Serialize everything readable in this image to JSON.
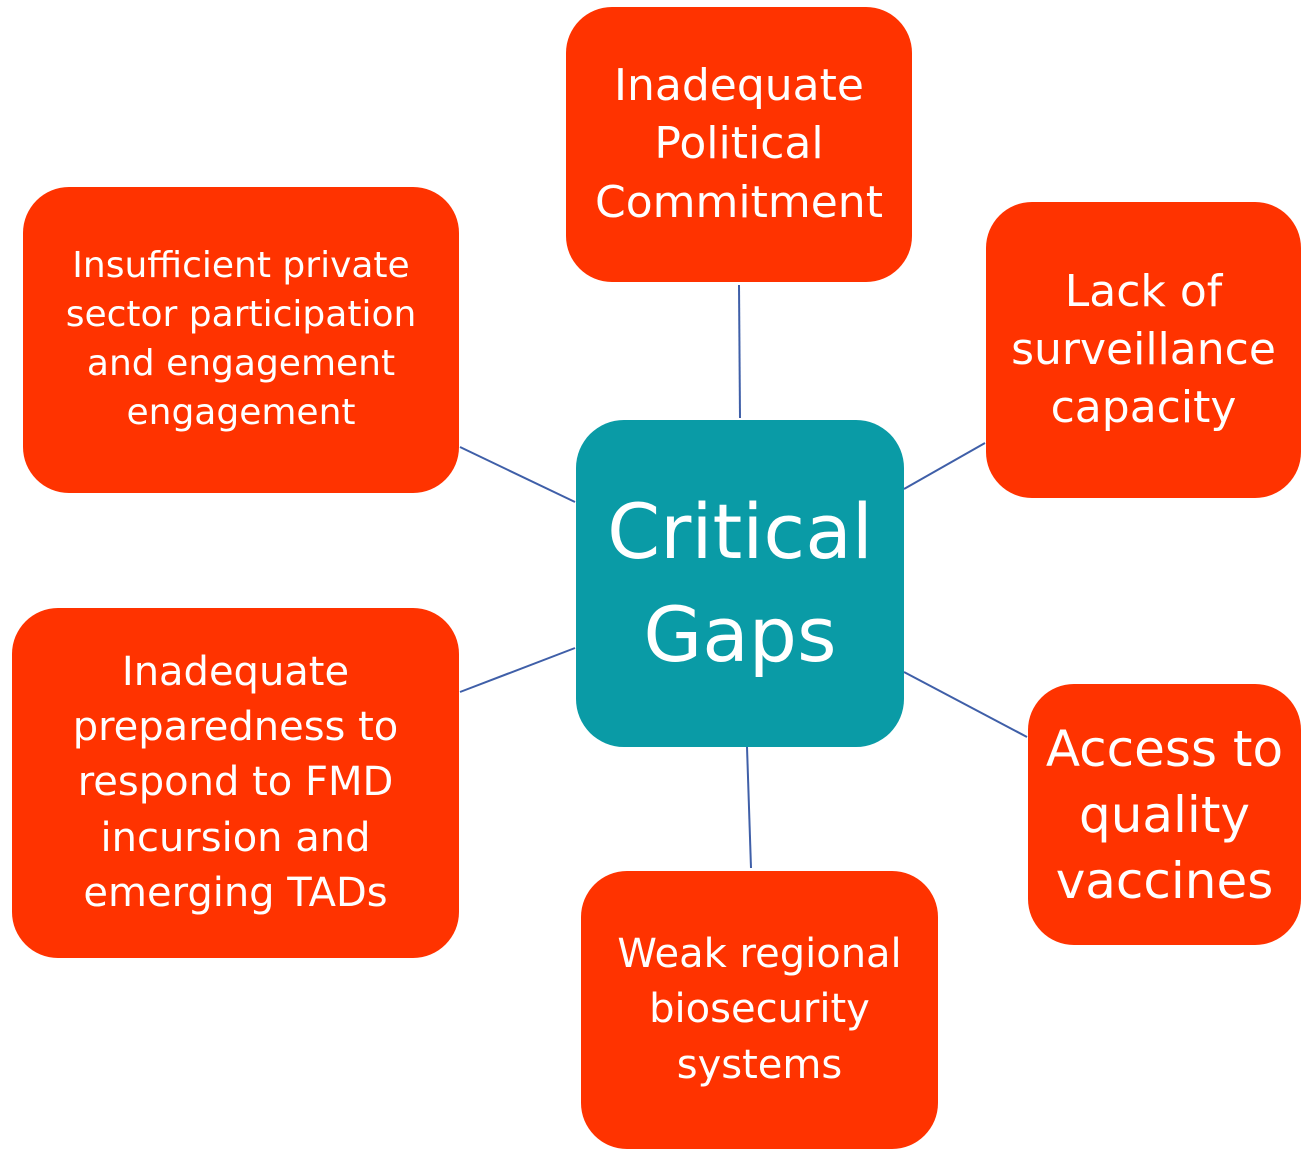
{
  "hub": {
    "label": "Critical Gaps",
    "color": "#0a9ba6"
  },
  "gaps": [
    {
      "id": "political",
      "label": "Inadequate Political Commitment"
    },
    {
      "id": "surveillance",
      "label": "Lack of surveillance capacity"
    },
    {
      "id": "vaccines",
      "label": "Access to quality vaccines"
    },
    {
      "id": "biosecurity",
      "label": "Weak regional biosecurity systems"
    },
    {
      "id": "preparedness",
      "label": "Inadequate preparedness to respond to FMD incursion and emerging TADs"
    },
    {
      "id": "private-sector",
      "label": "Insufficient  private sector participation and engagement engagement"
    }
  ],
  "colors": {
    "gap_box": "#ff3300",
    "connector": "#3f5fa8",
    "text": "#ffffff"
  }
}
